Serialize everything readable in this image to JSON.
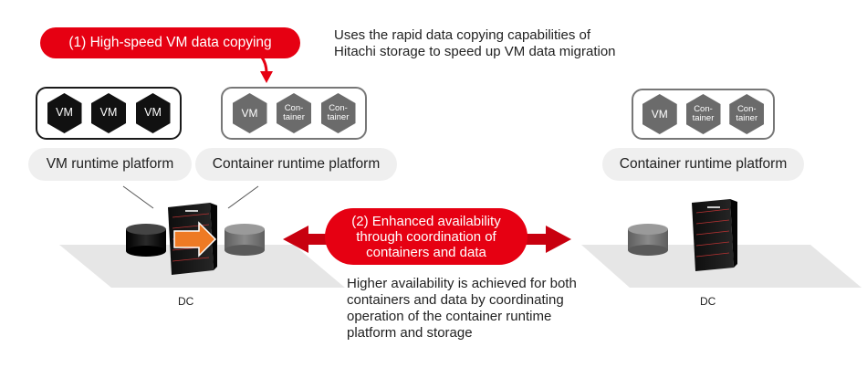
{
  "callout_1": {
    "label": "(1) High-speed VM data copying",
    "description_lines": [
      "Uses the rapid data copying capabilities of",
      "Hitachi storage to speed up VM data migration"
    ]
  },
  "callout_2": {
    "label_lines": [
      "(2) Enhanced availability",
      "through coordination of",
      "containers and data"
    ],
    "description_lines": [
      "Higher availability is achieved for both",
      "containers and data by coordinating",
      "operation of the container runtime",
      "platform and storage"
    ]
  },
  "left_dc": {
    "label": "DC",
    "vm_platform": {
      "label": "VM runtime platform",
      "hexes": [
        "VM",
        "VM",
        "VM"
      ]
    },
    "container_platform": {
      "label": "Container runtime platform",
      "hexes": [
        {
          "kind": "vm",
          "lines": [
            "VM"
          ]
        },
        {
          "kind": "container",
          "lines": [
            "Con-",
            "tainer"
          ]
        },
        {
          "kind": "container",
          "lines": [
            "Con-",
            "tainer"
          ]
        }
      ]
    }
  },
  "right_dc": {
    "label": "DC",
    "container_platform": {
      "label": "Container runtime platform",
      "hexes": [
        {
          "kind": "vm",
          "lines": [
            "VM"
          ]
        },
        {
          "kind": "container",
          "lines": [
            "Con-",
            "tainer"
          ]
        },
        {
          "kind": "container",
          "lines": [
            "Con-",
            "tainer"
          ]
        }
      ]
    }
  },
  "colors": {
    "accent_red": "#e60012",
    "migration_orange": "#ee7a24",
    "floor_gray": "#e6e6e6",
    "storage_dark": "#111111",
    "storage_gray": "#777777"
  }
}
